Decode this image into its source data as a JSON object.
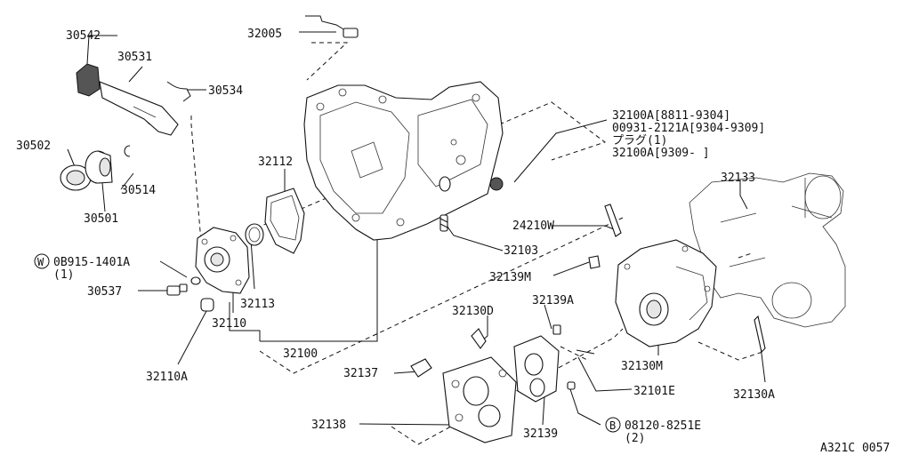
{
  "labels": {
    "l30542": "30542",
    "l30531": "30531",
    "l30534": "30534",
    "l30502": "30502",
    "l30514": "30514",
    "l30501": "30501",
    "l32005": "32005",
    "l32112": "32112",
    "l32100a_1": "32100A[8811-9304]",
    "l32100a_2": "00931-2121A[9304-9309]",
    "l32100a_3": "プラグ(1)",
    "l32100a_4": "32100A[9309-     ]",
    "l32133": "32133",
    "l24210w": "24210W",
    "l32103": "32103",
    "l32139m": "32139M",
    "l32139a": "32139A",
    "l32130d": "32130D",
    "lw_circle": "W",
    "lw_part": "0B915-1401A",
    "lw_qty": "(1)",
    "l30537": "30537",
    "l32113": "32113",
    "l32110": "32110",
    "l32100": "32100",
    "l32110a": "32110A",
    "l32137": "32137",
    "l32130m": "32130M",
    "l32101e": "32101E",
    "l32130a": "32130A",
    "l32138": "32138",
    "l32139": "32139",
    "lb_circle": "B",
    "lb_part": "08120-8251E",
    "lb_qty": "(2)",
    "diagram_code": "A321C 0057"
  }
}
